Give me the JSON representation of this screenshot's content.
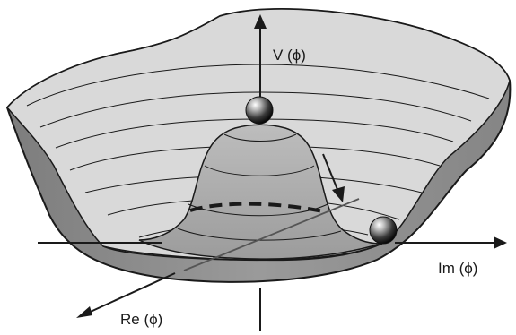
{
  "axes": {
    "vertical_label": "V (ϕ)",
    "imaginary_label": "Im (ϕ)",
    "real_label": "Re (ϕ)"
  },
  "colors": {
    "bowl_inner": "#d9d9d9",
    "bowl_outer": "#8f8f8f",
    "hump": "#a6a6a6",
    "hump_top": "#b4b4b4",
    "ink": "#1a1a1a"
  }
}
